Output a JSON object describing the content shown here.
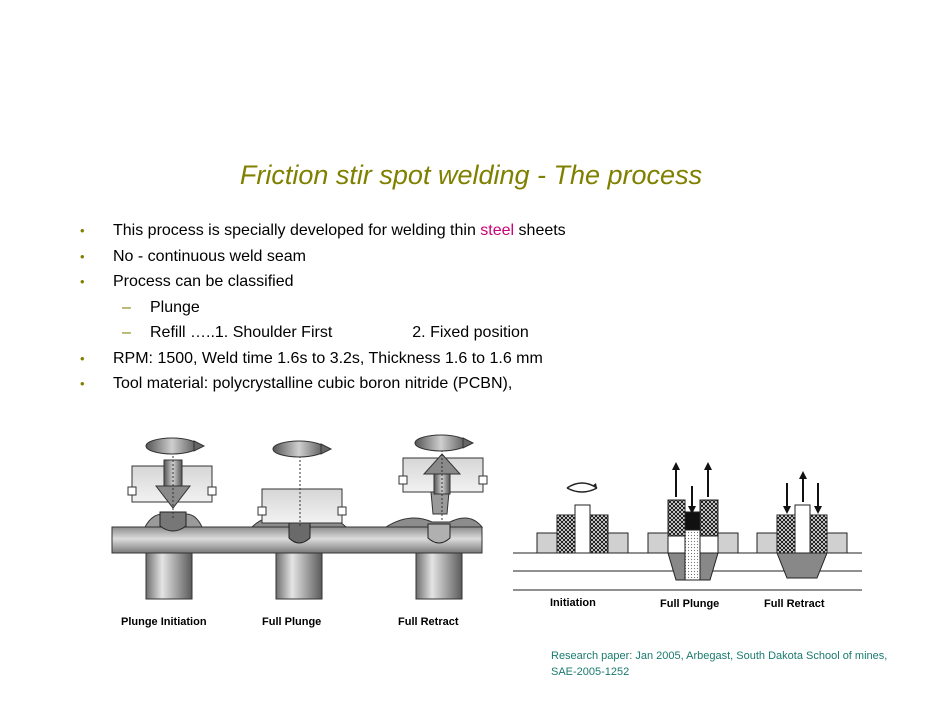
{
  "title": "Friction stir spot welding - The process",
  "bullets": {
    "b1_pre": "This process is specially developed for welding thin ",
    "b1_highlight": "steel",
    "b1_post": " sheets",
    "b2": "No - continuous weld seam",
    "b3": "Process can be classified",
    "b3_sub1": "Plunge",
    "b3_sub2_a": "Refill …..1. Shoulder First",
    "b3_sub2_b": "2. Fixed position",
    "b4": "RPM: 1500, Weld time 1.6s to 3.2s, Thickness 1.6 to 1.6 mm",
    "b5": "Tool material: polycrystalline cubic boron nitride (PCBN),",
    "bullet_glyph": "•",
    "dash_glyph": "–"
  },
  "left_figure": {
    "captions": [
      "Plunge Initiation",
      "Full Plunge",
      "Full Retract"
    ]
  },
  "right_figure": {
    "captions": [
      "Initiation",
      "Full Plunge",
      "Full Retract"
    ]
  },
  "reference": {
    "line1": "Research paper: Jan 2005, Arbegast, South Dakota School of mines,",
    "line2": "SAE-2005-1252"
  },
  "colors": {
    "title": "#808000",
    "highlight": "#cc0077",
    "reference": "#1a7a6e"
  }
}
